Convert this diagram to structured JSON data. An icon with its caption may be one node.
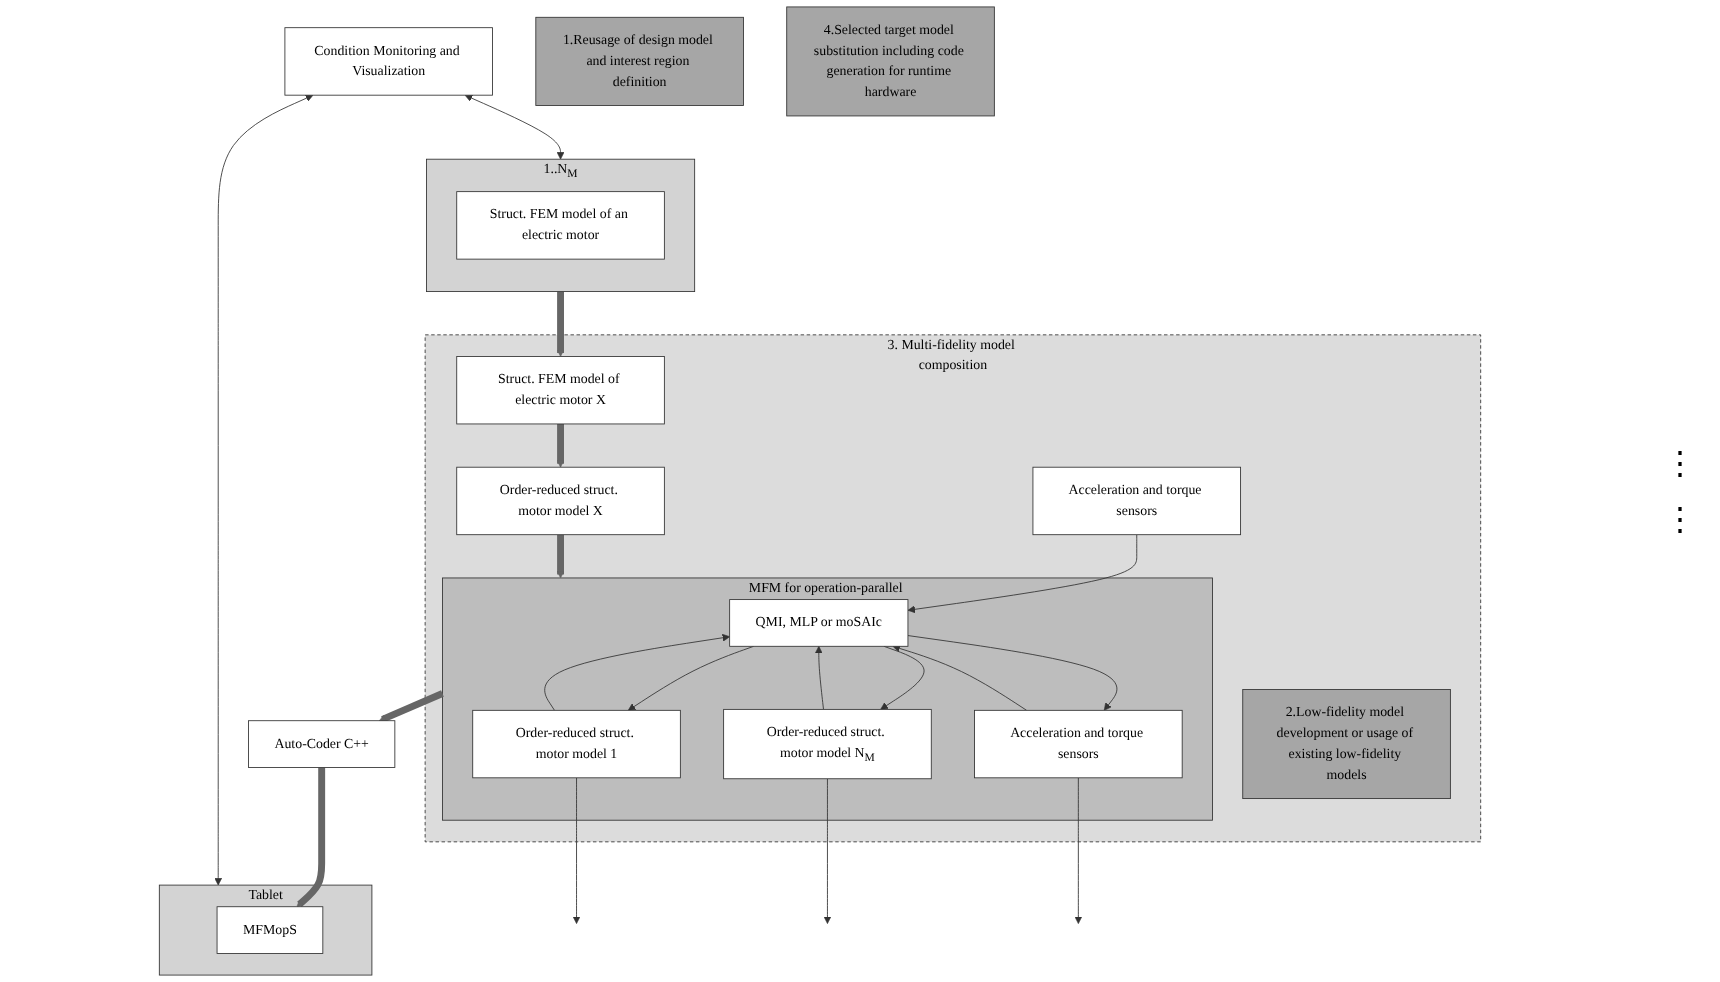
{
  "diagram": {
    "nodes": [
      {
        "text": [
          "Condition Monitoring and Visualization"
        ]
      },
      {
        "text": [
          "1.Reusage of design model and interest region definition"
        ]
      },
      {
        "text": [],
        "shape": "box",
        "beside": [
          "1..N$_{M}$"
        ]
      },
      {
        "text": [
          "Struct. FEM model of an electric motor"
        ],
        "in": 2
      },
      {
        "text": [
          "Tablet"
        ]
      },
      {
        "text": [
          "MFMopS"
        ],
        "in": 4
      },
      {
        "text": [
          "4.Selected target model substitution including code generation for runtime hardware"
        ]
      },
      {
        "text": [
          "Auto-Coder C++"
        ]
      },
      {
        "text": [
          "3. Multi-fidelity model composition"
        ]
      },
      {
        "text": [
          "2.Low-fidelity model development or usage of existing low-fidelity models"
        ],
        "in": 8
      },
      {
        "text": [
          "Struct. FEM model of electric motor X"
        ],
        "in": 8
      },
      {
        "text": [
          "MFM for operation-parallel Simulation (MFMopS)"
        ],
        "in": 8
      },
      {
        "text": [
          "QMI, MLP or moSAIc"
        ],
        "in": 11
      },
      {
        "text": [
          "Order-reduced struct. motor model 1"
        ],
        "in": 11
      },
      {
        "text": [
          "Order-reduced struct. motor model N$_{M}$"
        ],
        "in": 11
      },
      {
        "text": [
          "Acceleration and torque sensors"
        ],
        "in": 11
      },
      {
        "text": [
          "Acceleration and torque sensors"
        ],
        "in": 8
      },
      {
        "text": [
          "Order-reduced struct. motor model X"
        ],
        "in": 8
      }
    ],
    "edges": [
      {
        "from": 0,
        "to": 2,
        "arrow": "both"
      },
      {
        "from": 0,
        "to": 4,
        "arrow": "both"
      },
      {
        "from": 7,
        "to": 5,
        "arrow": "to",
        "style": "thick",
        "color": "#666666"
      },
      {
        "from": 11,
        "to": 7,
        "arrow": "to",
        "style": "thick",
        "color": "#666666"
      },
      {
        "from": 2,
        "to": 10,
        "arrow": "to",
        "style": "thick",
        "color": "#666666"
      },
      {
        "from": 10,
        "to": 17,
        "arrow": "to",
        "style": "thick",
        "color": "#666666"
      },
      {
        "from": 17,
        "to": 11,
        "arrow": "to",
        "style": "thick",
        "color": "#666666"
      },
      {
        "from": 16,
        "to": 12,
        "arrow": "to"
      },
      {
        "from": 12,
        "to": 13,
        "arrow": "to"
      },
      {
        "from": 13,
        "to": 12,
        "arrow": "to"
      },
      {
        "from": 12,
        "to": 14,
        "arrow": "to"
      },
      {
        "from": 14,
        "to": 12,
        "arrow": "to"
      },
      {
        "from": 12,
        "to": 15,
        "arrow": "to"
      },
      {
        "from": 15,
        "to": 12,
        "arrow": "to"
      },
      {
        "from": 13,
        "to": null,
        "arrow": "to"
      },
      {
        "from": 14,
        "to": null,
        "arrow": "to"
      },
      {
        "from": 15,
        "to": null,
        "arrow": "to"
      }
    ],
    "labels": [
      "⋮",
      "⋮"
    ]
  }
}
